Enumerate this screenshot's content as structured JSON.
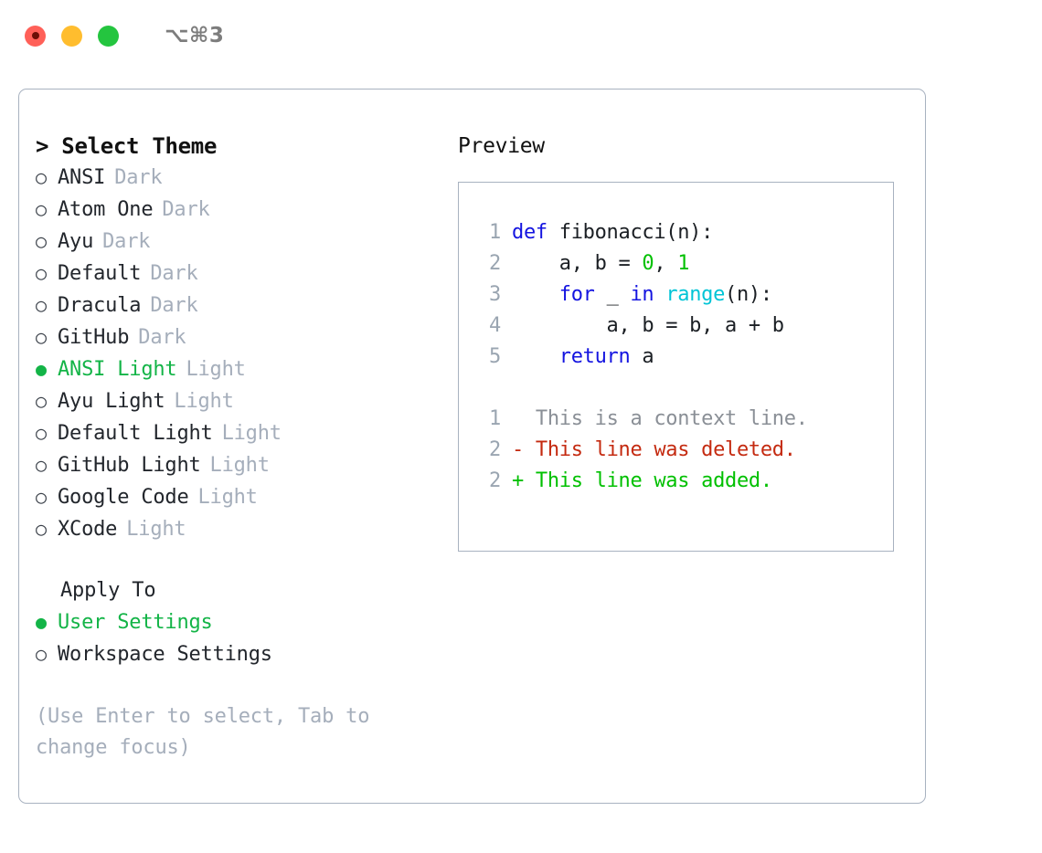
{
  "window": {
    "shortcut": "⌥⌘3",
    "traffic_lights": [
      {
        "name": "close-button",
        "color": "#ff6058"
      },
      {
        "name": "minimize-button",
        "color": "#ffbd2e"
      },
      {
        "name": "maximize-button",
        "color": "#24c53f"
      }
    ]
  },
  "colors": {
    "accent_green": "#13b447",
    "muted": "#a5aebb",
    "border": "#a8b2c0",
    "keyword": "#1414e0",
    "function": "#00c4d6",
    "number": "#00c000",
    "diff_delete": "#c42a10",
    "diff_add": "#00c000",
    "line_number": "#9aa5b1"
  },
  "theme_picker": {
    "header": "> Select Theme",
    "prompt_glyph": ">",
    "bullet_selected": "●",
    "bullet_unselected": "○",
    "options": [
      {
        "name": "ANSI",
        "category": "Dark",
        "selected": false
      },
      {
        "name": "Atom One",
        "category": "Dark",
        "selected": false
      },
      {
        "name": "Ayu",
        "category": "Dark",
        "selected": false
      },
      {
        "name": "Default",
        "category": "Dark",
        "selected": false
      },
      {
        "name": "Dracula",
        "category": "Dark",
        "selected": false
      },
      {
        "name": "GitHub",
        "category": "Dark",
        "selected": false
      },
      {
        "name": "ANSI Light",
        "category": "Light",
        "selected": true
      },
      {
        "name": "Ayu Light",
        "category": "Light",
        "selected": false
      },
      {
        "name": "Default Light",
        "category": "Light",
        "selected": false
      },
      {
        "name": "GitHub Light",
        "category": "Light",
        "selected": false
      },
      {
        "name": "Google Code",
        "category": "Light",
        "selected": false
      },
      {
        "name": "XCode",
        "category": "Light",
        "selected": false
      }
    ]
  },
  "apply_to": {
    "header": "Apply To",
    "options": [
      {
        "name": "User Settings",
        "selected": true
      },
      {
        "name": "Workspace Settings",
        "selected": false
      }
    ]
  },
  "hint": "(Use Enter to select, Tab to change focus)",
  "preview": {
    "header": "Preview",
    "code_lines": [
      {
        "number": "1",
        "tokens": [
          {
            "text": "def ",
            "type": "kw"
          },
          {
            "text": "fibonacci(n):",
            "type": "plain"
          }
        ]
      },
      {
        "number": "2",
        "tokens": [
          {
            "text": "    a, b = ",
            "type": "plain"
          },
          {
            "text": "0",
            "type": "num"
          },
          {
            "text": ", ",
            "type": "plain"
          },
          {
            "text": "1",
            "type": "num"
          }
        ]
      },
      {
        "number": "3",
        "tokens": [
          {
            "text": "    ",
            "type": "plain"
          },
          {
            "text": "for",
            "type": "kw"
          },
          {
            "text": " _ ",
            "type": "plain"
          },
          {
            "text": "in",
            "type": "kw"
          },
          {
            "text": " ",
            "type": "plain"
          },
          {
            "text": "range",
            "type": "fn"
          },
          {
            "text": "(n):",
            "type": "plain"
          }
        ]
      },
      {
        "number": "4",
        "tokens": [
          {
            "text": "        a, b = b, a + b",
            "type": "plain"
          }
        ]
      },
      {
        "number": "5",
        "tokens": [
          {
            "text": "    ",
            "type": "plain"
          },
          {
            "text": "return",
            "type": "kw"
          },
          {
            "text": " a",
            "type": "plain"
          }
        ]
      }
    ],
    "diff_lines": [
      {
        "number": "1",
        "marker": " ",
        "text": " This is a context line.",
        "type": "ctx"
      },
      {
        "number": "2",
        "marker": "-",
        "text": " This line was deleted.",
        "type": "del"
      },
      {
        "number": "2",
        "marker": "+",
        "text": " This line was added.",
        "type": "add"
      }
    ]
  }
}
